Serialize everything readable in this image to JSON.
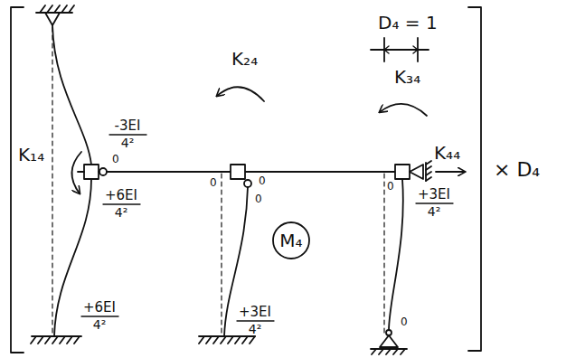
{
  "diagram": {
    "nodes": [
      {
        "text": [
          "M₄"
        ]
      }
    ],
    "labels": [
      "D₄ = 1",
      "K₂₄",
      "K₃₄",
      "K₄₄",
      "K₁₄",
      "-3EI",
      "4²",
      "+6EI",
      "4²",
      "+6EI",
      "4²",
      "+3EI",
      "4²",
      "+3EI",
      "4²",
      "0",
      "0",
      "0",
      "0",
      "0",
      "0",
      "× D₄"
    ]
  }
}
